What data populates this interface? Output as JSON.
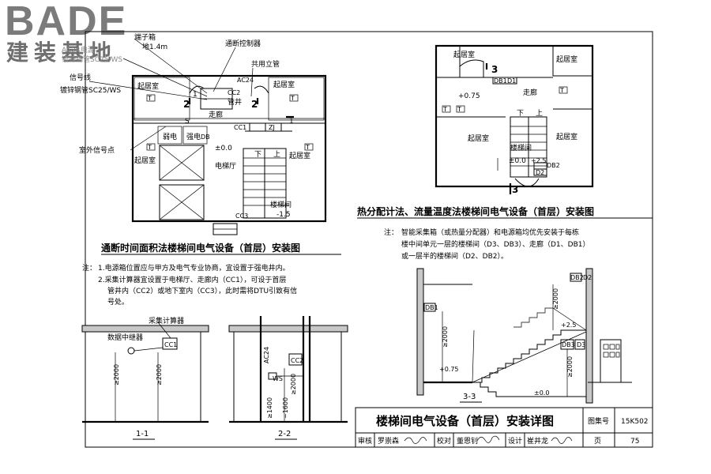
{
  "logo": {
    "brand": "BADE",
    "sub": "建装基地"
  },
  "plan_left": {
    "title": "通断时间面积法楼梯间电气设备（首层）安装图",
    "labels": {
      "terminal_box": "端子箱",
      "h14": "地1.4m",
      "ac24_power": "AC24电源",
      "sc25": "镀锌钢管SC25/WS",
      "on_off_ctrl": "通断控制器",
      "shared_riser": "共用立管",
      "signal_line": "信号线",
      "signal_pipe": "镀锌钢管SC25/WS",
      "bedroom": "起居室",
      "corridor": "走廊",
      "well": "管井",
      "weak_elec": "弱电",
      "strong_elec": "强电",
      "outdoor_signal": "室外信号点",
      "elevator_hall": "电梯厅",
      "stairwell": "楼梯间",
      "level_00": "±0.0",
      "level_m15": "-1.5",
      "down": "下",
      "up": "上",
      "cc1": "CC1",
      "cc2": "CC2",
      "cc3": "CC3",
      "zj": "ZJ",
      "s": "S",
      "t": "T",
      "db": "DB",
      "ac24": "AC24",
      "n1": "1",
      "n2": "2"
    }
  },
  "notes_left": {
    "prefix": "注：",
    "line1": "1.电源箱位置应与甲方及电气专业协商，宜设置于强电井内。",
    "line2": "2.采集计算器宜设置于电梯厅、走廊内（CC1），可设于首层",
    "line3": "管井内（CC2）或地下室内（CC3），此时需将DTU引致有信",
    "line4": "号处。"
  },
  "section_11": {
    "label": "1-1",
    "collector": "采集计算器",
    "relay": "数据中继器",
    "cc1": "CC1",
    "h1": "≥2000",
    "h2": "≥2000"
  },
  "section_22": {
    "label": "2-2",
    "cc2": "CC2",
    "ac24": "AC24",
    "ws": "WS",
    "h1": "≥2000",
    "h2": "≥1400",
    "h3": "~1600"
  },
  "plan_right": {
    "title": "热分配计法、流量温度法楼梯间电气设备（首层）安装图",
    "labels": {
      "bedroom": "起居室",
      "corridor": "走廊",
      "stairwell": "楼梯间",
      "level_075": "+0.75",
      "level_00": "±0.0",
      "level_25": "+2.5",
      "down": "下",
      "up": "上",
      "db1": "DB1",
      "d1": "D1",
      "d2": "D2",
      "db2": "DB2",
      "n3": "3",
      "t": "T"
    }
  },
  "notes_right": {
    "prefix": "注：",
    "line1": "智能采集箱（或热量分配器）和电源箱均优先安装于每栋",
    "line2": "楼中间单元一层的楼梯间（D3、DB3）、走廊（D1、DB1）",
    "line3": "或一层半的楼梯间（D2、DB2）。"
  },
  "section_33": {
    "label": "3-3",
    "db1": "DB1",
    "db2": "DB2",
    "d2": "D2",
    "db3": "DB3",
    "d3": "D3",
    "h1": "≥2000",
    "h2": "≥2000",
    "h3": "≥2000",
    "lv075": "+0.75",
    "lv25": "+2.5",
    "lv00": "±0.0"
  },
  "title_block": {
    "title": "楼梯间电气设备（首层）安装详图",
    "atlas_no_label": "图集号",
    "atlas_no": "15K502",
    "review_label": "审核",
    "reviewer": "罗崇森",
    "check_label": "校对",
    "checker": "董恩钊",
    "design_label": "设计",
    "designer": "崔井龙",
    "page_label": "页",
    "page": "75"
  }
}
